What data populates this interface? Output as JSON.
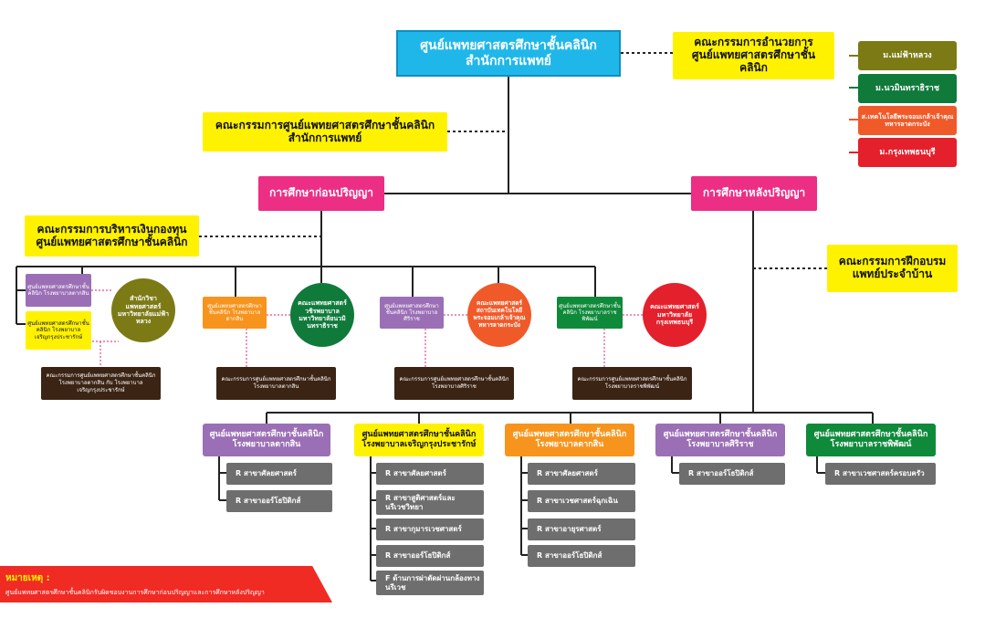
{
  "top_title": [
    "ศูนย์แพทยศาสตรศึกษาชั้นคลินิก",
    "สำนักการแพทย์"
  ],
  "committees": {
    "coordinating": [
      "คณะกรรมการอำนวยการ",
      "ศูนย์แพทยศาสตรศึกษาชั้นคลินิก"
    ],
    "center": [
      "คณะกรรมการศูนย์แพทยศาสตรศึกษาชั้นคลินิก",
      "สำนักการแพทย์"
    ],
    "fund": [
      "คณะกรรมการบริหารเงินกองทุน",
      "ศูนย์แพทยศาสตรศึกษาชั้นคลินิก"
    ],
    "residency": [
      "คณะกรรมการฝึกอบรม",
      "แพทย์ประจำบ้าน"
    ]
  },
  "legend": [
    {
      "label": "ม.แม่ฟ้าหลวง",
      "color": "#7c7a15"
    },
    {
      "label": "ม.นวมินทราธิราช",
      "color": "#0f7a3a"
    },
    {
      "label": "ส.เทคโนโลยีพระจอมเกล้าเจ้าคุณทหารลาดกระบัง",
      "color": "#f05a28"
    },
    {
      "label": "ม.กรุงเทพธนบุรี",
      "color": "#e3202b"
    }
  ],
  "branches": {
    "undergrad": "การศึกษาก่อนปริญญา",
    "postgrad": "การศึกษาหลังปริญญา"
  },
  "undergrad_groups": [
    {
      "centers": [
        "ศูนย์แพทยศาสตรศึกษาชั้นคลินิก โรงพยาบาลตากสิน",
        "ศูนย์แพทยศาสตรศึกษาชั้นคลินิก โรงพยาบาลเจริญกรุงประชารักษ์"
      ],
      "university": "สำนักวิชาแพทยศาสตร์ มหาวิทยาลัยแม่ฟ้าหลวง",
      "committee": "คณะกรรมการศูนย์แพทยศาสตรศึกษาชั้นคลินิก โรงพยาบาลตากสิน กับ โรงพยาบาลเจริญกรุงประชารักษ์"
    },
    {
      "centers": [
        "ศูนย์แพทยศาสตรศึกษาชั้นคลินิก โรงพยาบาลตากสิน"
      ],
      "university": "คณะแพทยศาสตร์วชิรพยาบาล มหาวิทยาลัยนวมินทราธิราช",
      "committee": "คณะกรรมการศูนย์แพทยศาสตรศึกษาชั้นคลินิก โรงพยาบาลตากสิน"
    },
    {
      "centers": [
        "ศูนย์แพทยศาสตรศึกษาชั้นคลินิก โรงพยาบาลศิริราช"
      ],
      "university": "คณะแพทยศาสตร์ สถาบันเทคโนโลยีพระจอมเกล้าเจ้าคุณทหารลาดกระบัง",
      "committee": "คณะกรรมการศูนย์แพทยศาสตรศึกษาชั้นคลินิก โรงพยาบาลศิริราช"
    },
    {
      "centers": [
        "ศูนย์แพทยศาสตรศึกษาชั้นคลินิก โรงพยาบาลราชพิพัฒน์"
      ],
      "university": "คณะแพทยศาสตร์ มหาวิทยาลัยกรุงเทพธนบุรี",
      "committee": "คณะกรรมการศูนย์แพทยศาสตรศึกษาชั้นคลินิก โรงพยาบาลราชพิพัฒน์"
    }
  ],
  "postgrad_centers": [
    {
      "name": [
        "ศูนย์แพทยศาสตรศึกษาชั้นคลินิก",
        "โรงพยาบาลตากสิน"
      ],
      "items": [
        "R สาขาศัลยศาสตร์",
        "R สาขาออร์โธปิดิกส์"
      ]
    },
    {
      "name": [
        "ศูนย์แพทยศาสตรศึกษาชั้นคลินิก",
        "โรงพยาบาลเจริญกรุงประชารักษ์"
      ],
      "items": [
        "R สาขาศัลยศาสตร์",
        "R สาขาสูติศาสตร์และนรีเวชวิทยา",
        "R สาขากุมารเวชศาสตร์",
        "R สาขาออร์โธปิดิกส์",
        "F ด้านการผ่าตัดผ่านกล้องทางนรีเวช"
      ]
    },
    {
      "name": [
        "ศูนย์แพทยศาสตรศึกษาชั้นคลินิก",
        "โรงพยาบาลตากสิน"
      ],
      "items": [
        "R สาขาศัลยศาสตร์",
        "R สาขาเวชศาสตร์ฉุกเฉิน",
        "R สาขาอายุรศาสตร์",
        "R สาขาออร์โธปิดิกส์"
      ]
    },
    {
      "name": [
        "ศูนย์แพทยศาสตรศึกษาชั้นคลินิก",
        "โรงพยาบาลศิริราช"
      ],
      "items": [
        "R สาขาออร์โธปิดิกส์"
      ]
    },
    {
      "name": [
        "ศูนย์แพทยศาสตรศึกษาชั้นคลินิก",
        "โรงพยาบาลราชพิพัฒน์"
      ],
      "items": [
        "R สาขาเวชศาสตร์ครอบครัว"
      ]
    }
  ],
  "note": {
    "title": "หมายเหตุ :",
    "text": "ศูนย์แพทยศาสตรศึกษาชั้นคลินิกรับผิดชอบงานการศึกษาก่อนปริญญาและการศึกษาหลังปริญญา"
  }
}
